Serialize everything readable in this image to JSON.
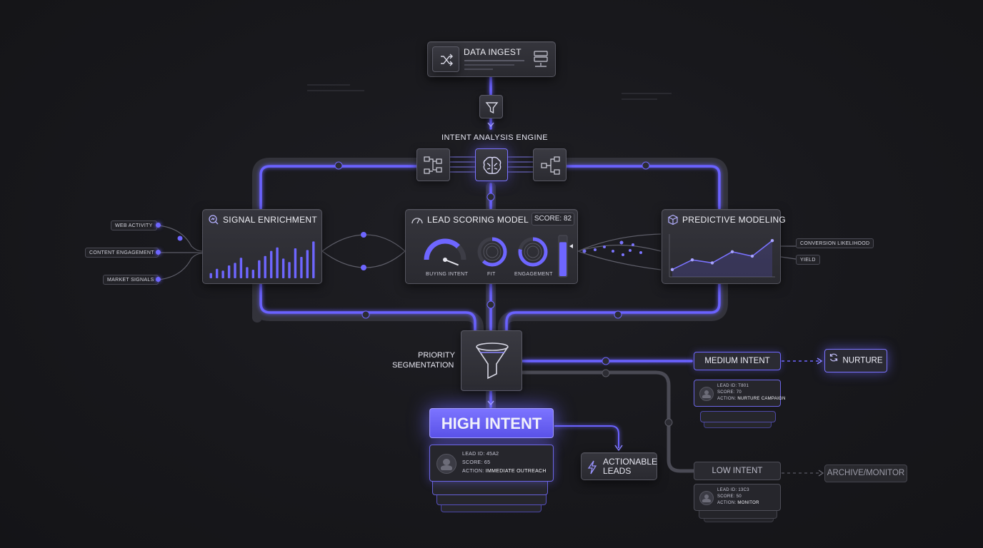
{
  "nodes": {
    "data_ingest": "DATA INGEST",
    "engine_label": "INTENT ANALYSIS ENGINE",
    "signal_enrichment": "SIGNAL ENRICHMENT",
    "lead_scoring": {
      "title": "LEAD SCORING MODEL",
      "score_label": "SCORE: 82",
      "gauges": [
        "BUYING INTENT",
        "FIT",
        "ENGAGEMENT"
      ],
      "buying_intent_level": 0.75,
      "fit_level": 0.62,
      "engagement_level": 0.78,
      "bar_level": 0.85
    },
    "predictive_modeling": "PREDICTIVE MODELING",
    "priority_segmentation": [
      "PRIORITY",
      "SEGMENTATION"
    ],
    "high_intent": "HIGH INTENT",
    "actionable_leads": [
      "ACTIONABLE",
      "LEADS"
    ],
    "medium_intent": "MEDIUM INTENT",
    "nurture": "NURTURE",
    "low_intent": "LOW INTENT",
    "archive_monitor": "ARCHIVE/MONITOR"
  },
  "input_signals": [
    "WEB ACTIVITY",
    "CONTENT ENGAGEMENT",
    "MARKET SIGNALS"
  ],
  "output_labels": [
    "CONVERSION LIKELIHOOD",
    "YIELD"
  ],
  "enrichment_bars": [
    0.12,
    0.22,
    0.18,
    0.3,
    0.36,
    0.48,
    0.26,
    0.2,
    0.42,
    0.52,
    0.64,
    0.72,
    0.46,
    0.38,
    0.7,
    0.5,
    0.66,
    0.86
  ],
  "prediction_trend": [
    0.12,
    0.38,
    0.3,
    0.6,
    0.48,
    0.9
  ],
  "cards": {
    "high": {
      "lead": "LEAD ID: 45A2",
      "score": "SCORE: 65",
      "action_prefix": "ACTION:",
      "action": "IMMEDIATE OUTREACH"
    },
    "medium": {
      "lead": "LEAD ID: T801",
      "score": "SCORE: 70",
      "action_prefix": "ACTION:",
      "action": "NURTURE CAMPAIGN"
    },
    "low": {
      "lead": "LEAD ID: 13C3",
      "score": "SCORE: 50",
      "action_prefix": "ACTION:",
      "action": "MONITOR"
    }
  },
  "colors": {
    "accent": "#6e66ff",
    "wire_bright": "#7a72ff",
    "panel": "#2e2e34",
    "background": "#18181c"
  }
}
